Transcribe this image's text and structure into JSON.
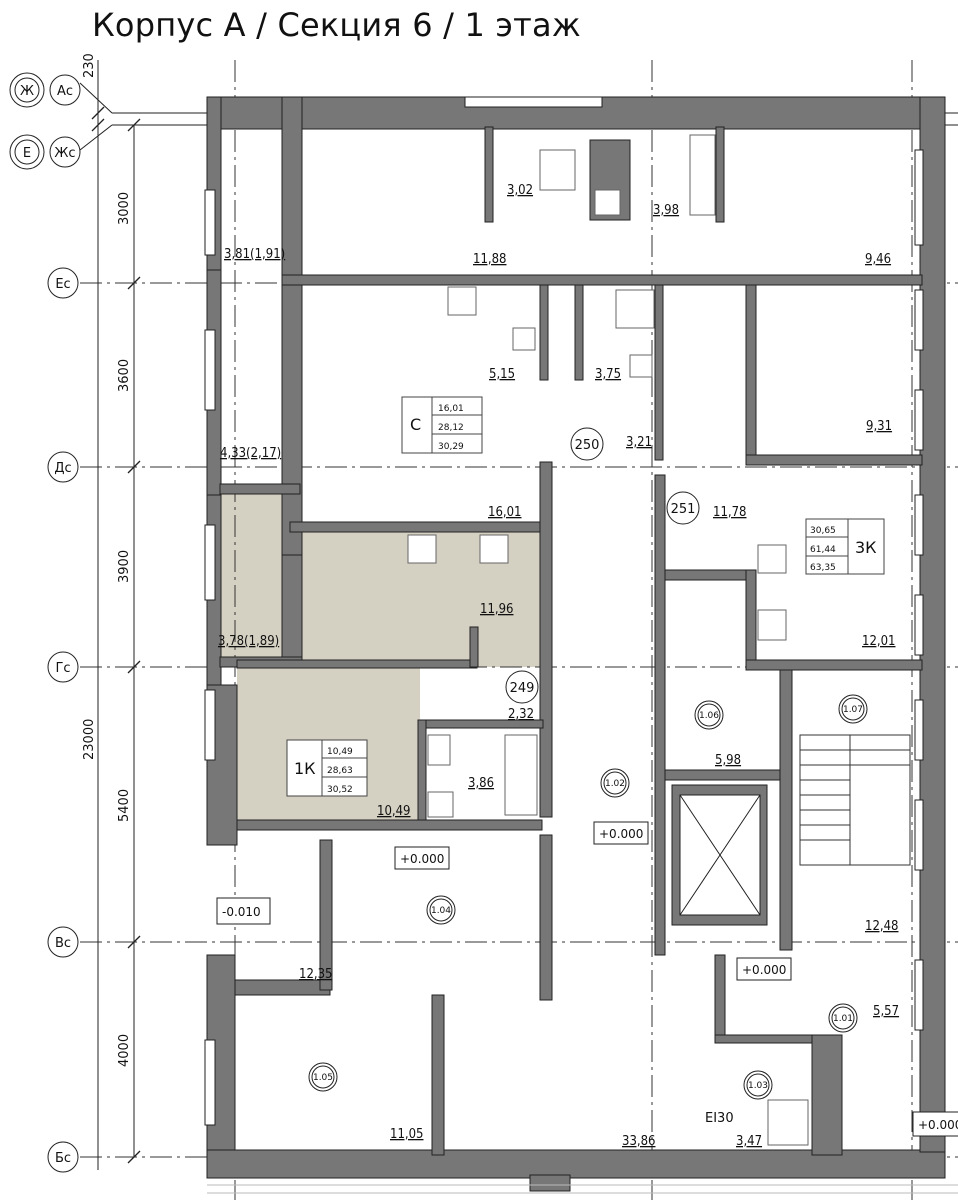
{
  "title": "Корпус А / Секция 6 / 1 этаж",
  "axes": {
    "top_left": [
      "Ж",
      "Ас"
    ],
    "top_left_2": [
      "Е",
      "Жс"
    ],
    "rows": [
      "Ес",
      "Дс",
      "Гс",
      "Вс",
      "Бс"
    ]
  },
  "dimensions": {
    "offset": "230",
    "spans": [
      "3000",
      "3600",
      "3900",
      "5400",
      "4000"
    ],
    "total": "23000"
  },
  "room_areas": {
    "balcony_top": "3,81(1,91)",
    "bath_top_1": "3,02",
    "bath_top_2": "3,98",
    "room_top_1": "11,88",
    "room_top_2": "9,46",
    "kitchen_c": "5,15",
    "bath_c": "3,75",
    "room_c": "16,01",
    "hall_c": "3,21",
    "balcony_mid": "4,33(2,17)",
    "room_right_mid": "9,31",
    "hall_3k": "11,78",
    "kitchen_3k": "12,01",
    "balcony_1k": "3,78(1,89)",
    "kitchen_1k": "11,96",
    "hall_1k": "2,32",
    "bath_1k": "3,86",
    "room_1k": "10,49",
    "room_1_06": "5,98",
    "stair_1_07": "12,48",
    "room_1_04": "12,35",
    "room_1_05": "11,05",
    "corridor": "33,86",
    "room_1_03": "3,47",
    "room_1_01": "5,57"
  },
  "apartments": {
    "studio": {
      "type": "С",
      "living": "16,01",
      "total": "28,12",
      "total_balcony": "30,29"
    },
    "three_room": {
      "type": "3К",
      "living": "30,65",
      "total": "61,44",
      "total_balcony": "63,35"
    },
    "one_room": {
      "type": "1К",
      "living": "10,49",
      "total": "28,63",
      "total_balcony": "30,52"
    }
  },
  "apartment_numbers": [
    "250",
    "251",
    "249"
  ],
  "room_numbers": [
    "1.06",
    "1.07",
    "1.02",
    "1.04",
    "1.05",
    "1.01",
    "1.03"
  ],
  "levels": {
    "corridor": "+0.000",
    "room_1_04": "+0.000",
    "vestibule": "+0.000",
    "outside_right": "+0.000",
    "porch": "-0.010"
  },
  "fire_rating": "EI30",
  "colors": {
    "wall": "#777777",
    "highlight": "#d4d0c2"
  }
}
